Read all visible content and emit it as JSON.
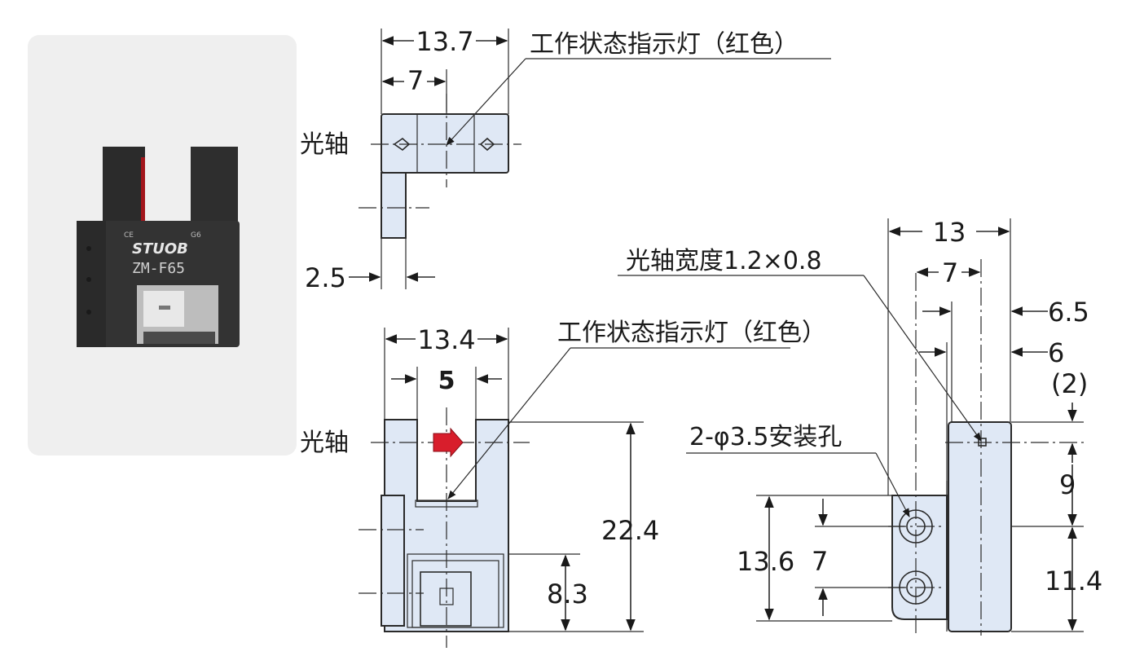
{
  "product_photo": {
    "brand": "STUOB",
    "model": "ZM-F65",
    "mark_ce": "CE",
    "mark_g6": "G6"
  },
  "top_view": {
    "label_width": "13.7",
    "label_half": "7",
    "label_thickness": "2.5",
    "label_axis": "光轴",
    "label_indicator": "工作状态指示灯（红色）"
  },
  "front_view": {
    "label_width": "13.4",
    "label_slot": "5",
    "label_height": "22.4",
    "label_lower": "8.3",
    "label_axis": "光轴",
    "label_indicator": "工作状态指示灯（红色）"
  },
  "side_view": {
    "label_width": "13",
    "label_half": "7",
    "label_65": "6.5",
    "label_6": "6",
    "label_2": "(2)",
    "label_9": "9",
    "label_114": "11.4",
    "label_136": "13.6",
    "label_7v": "7",
    "label_beam": "光轴宽度1.2×0.8",
    "label_holes": "2-φ3.5安装孔"
  },
  "colors": {
    "body_fill": "#dfe8f5",
    "indicator_red": "#d81e2c",
    "line": "#2a2a2a"
  }
}
